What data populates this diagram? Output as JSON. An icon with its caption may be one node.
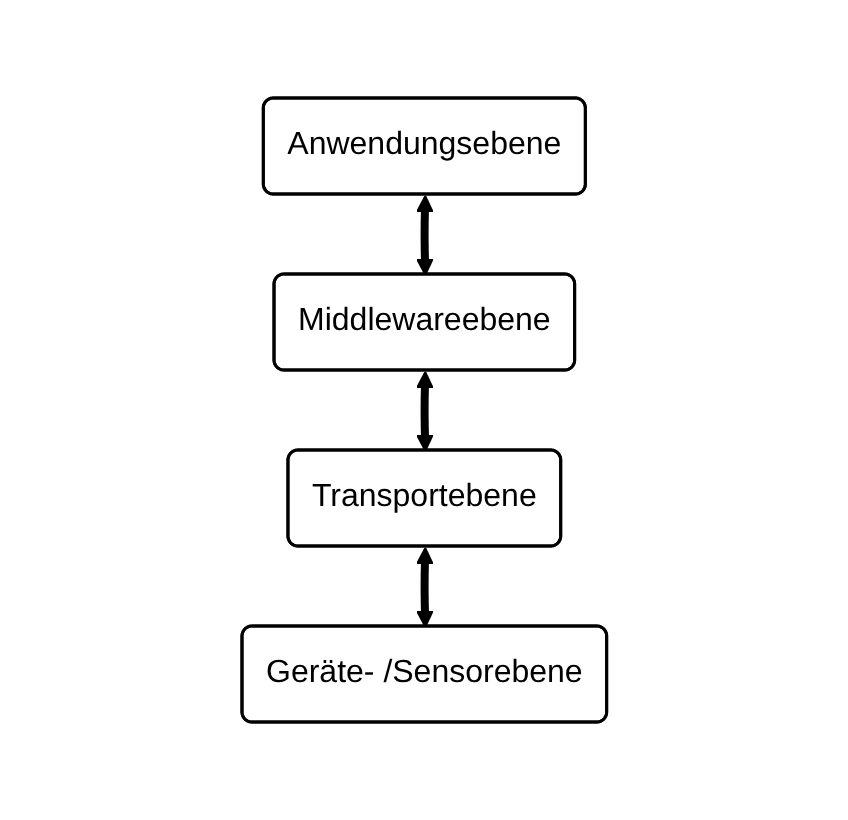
{
  "diagram": {
    "nodes": [
      {
        "text": [
          "Anwendungsebene"
        ]
      },
      {
        "text": [
          "Middlewareebene"
        ]
      },
      {
        "text": [
          "Transportebene"
        ]
      },
      {
        "text": [
          "Geräte- /Sensorebene"
        ]
      }
    ],
    "edges": [
      {
        "from": 0,
        "to": 1,
        "arrow": "both"
      },
      {
        "from": 1,
        "to": 2,
        "arrow": "both"
      },
      {
        "from": 2,
        "to": 3,
        "arrow": "both"
      }
    ]
  }
}
